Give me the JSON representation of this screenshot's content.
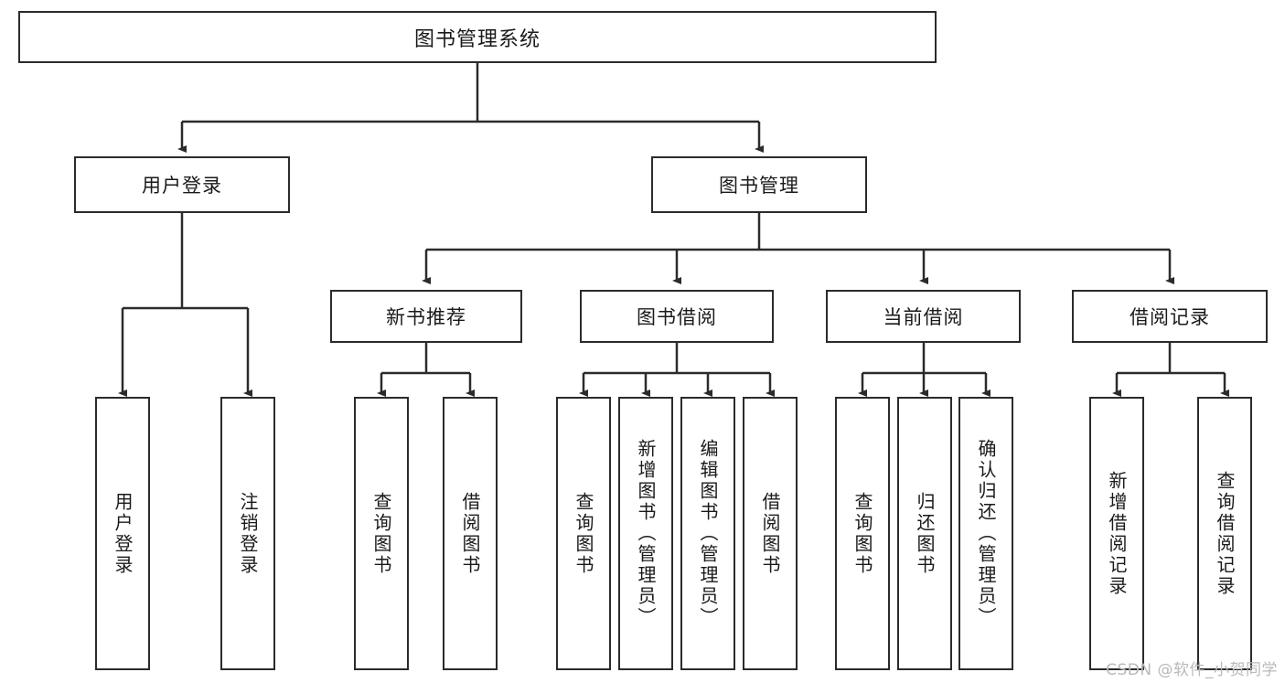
{
  "diagram": {
    "title": "图书管理系统",
    "type": "tree-hierarchy-diagram",
    "root": {
      "id": "root",
      "label": "图书管理系统"
    },
    "level2": [
      {
        "id": "user-login",
        "label": "用户登录"
      },
      {
        "id": "book-manage",
        "label": "图书管理"
      }
    ],
    "level3": [
      {
        "id": "new-book-recommend",
        "label": "新书推荐"
      },
      {
        "id": "book-borrow",
        "label": "图书借阅"
      },
      {
        "id": "current-borrow",
        "label": "当前借阅"
      },
      {
        "id": "borrow-record",
        "label": "借阅记录"
      }
    ],
    "leaves": {
      "user_login": [
        {
          "id": "leaf-user-login",
          "label": "用户登录"
        },
        {
          "id": "leaf-logout",
          "label": "注销登录"
        }
      ],
      "new_book_recommend": [
        {
          "id": "leaf-query-book-1",
          "label": "查询图书"
        },
        {
          "id": "leaf-borrow-book-1",
          "label": "借阅图书"
        }
      ],
      "book_borrow": [
        {
          "id": "leaf-query-book-2",
          "label": "查询图书"
        },
        {
          "id": "leaf-add-book",
          "label": "新增图书（管理员）"
        },
        {
          "id": "leaf-edit-book",
          "label": "编辑图书（管理员）"
        },
        {
          "id": "leaf-borrow-book-2",
          "label": "借阅图书"
        }
      ],
      "current_borrow": [
        {
          "id": "leaf-query-book-3",
          "label": "查询图书"
        },
        {
          "id": "leaf-return-book",
          "label": "归还图书"
        },
        {
          "id": "leaf-confirm-return",
          "label": "确认归还（管理员）"
        }
      ],
      "borrow_record": [
        {
          "id": "leaf-add-record",
          "label": "新增借阅记录"
        },
        {
          "id": "leaf-query-record",
          "label": "查询借阅记录"
        }
      ]
    }
  },
  "watermark": {
    "text": "CSDN @软件_小贺同学"
  },
  "colors": {
    "stroke": "#2b2b2b",
    "fill": "#ffffff",
    "text": "#1a1a1a",
    "watermark": "#b9b9b9"
  }
}
